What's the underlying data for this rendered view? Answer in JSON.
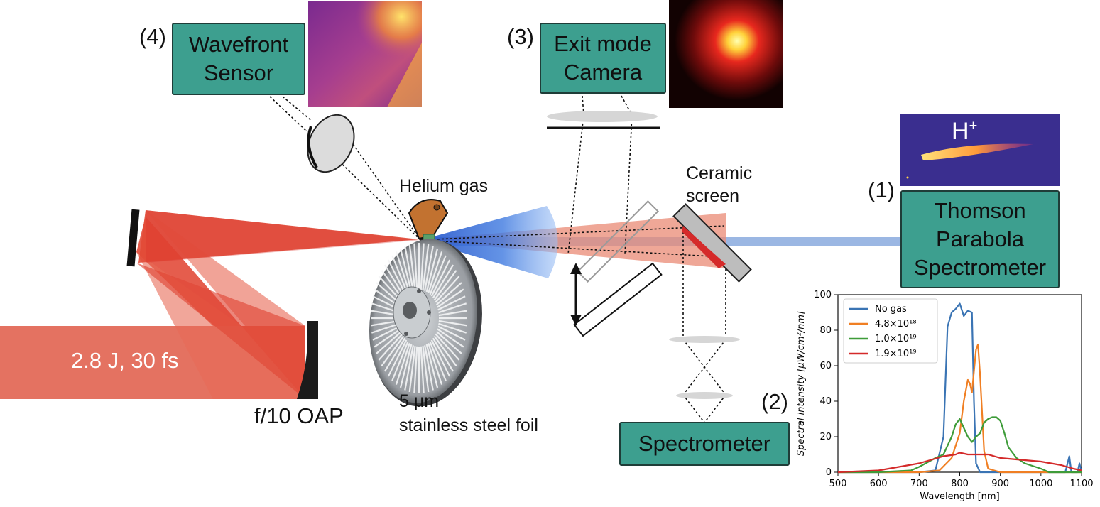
{
  "labels": {
    "wavefront_num": "(4)",
    "wavefront_line1": "Wavefront",
    "wavefront_line2": "Sensor",
    "exit_num": "(3)",
    "exit_line1": "Exit mode",
    "exit_line2": "Camera",
    "helium": "Helium gas",
    "ceramic_line1": "Ceramic",
    "ceramic_line2": "screen",
    "thomson_num": "(1)",
    "thomson_line1": "Thomson",
    "thomson_line2": "Parabola",
    "thomson_line3": "Spectrometer",
    "hplus": "H",
    "hplus_sup": "+",
    "laser": "2.8 J, 30 fs",
    "oap": "f/10 OAP",
    "foil_line1": "5 μm",
    "foil_line2": "stainless steel foil",
    "spectrometer_num": "(2)",
    "spectrometer": "Spectrometer"
  },
  "colors": {
    "box_fill": "#3d9f8f",
    "laser_red": "#e0412e",
    "cone_blue": "#3b6fd6",
    "proton_beam": "#7a9fd9"
  },
  "chart_data": {
    "type": "line",
    "xlabel": "Wavelength [nm]",
    "ylabel": "Spectral intensity [μW/cm²/nm]",
    "xlim": [
      500,
      1100
    ],
    "ylim": [
      0,
      100
    ],
    "xticks": [
      500,
      600,
      700,
      800,
      900,
      1000,
      1100
    ],
    "yticks": [
      0,
      20,
      40,
      60,
      80,
      100
    ],
    "legend_position": "top-left",
    "series": [
      {
        "name": "No gas",
        "color": "#3a74b4",
        "x": [
          500,
          600,
          700,
          740,
          760,
          770,
          780,
          790,
          800,
          810,
          820,
          830,
          835,
          840,
          850,
          900,
          1000,
          1060,
          1070,
          1075,
          1090,
          1095,
          1100
        ],
        "y": [
          0,
          0,
          0,
          1,
          20,
          82,
          90,
          92,
          95,
          88,
          91,
          90,
          40,
          5,
          0,
          0,
          0,
          0,
          9,
          0,
          0,
          5,
          0
        ]
      },
      {
        "name": "4.8×10¹⁸",
        "color": "#f07f23",
        "x": [
          500,
          600,
          700,
          750,
          780,
          800,
          810,
          820,
          825,
          830,
          840,
          845,
          850,
          860,
          870,
          900,
          1000,
          1100
        ],
        "y": [
          0,
          0,
          0,
          1,
          8,
          22,
          40,
          52,
          50,
          45,
          69,
          72,
          55,
          12,
          2,
          0,
          0,
          0
        ]
      },
      {
        "name": "1.0×10¹⁹",
        "color": "#3e9c39",
        "x": [
          500,
          600,
          680,
          700,
          740,
          760,
          780,
          790,
          800,
          810,
          820,
          830,
          840,
          850,
          860,
          870,
          880,
          890,
          900,
          910,
          920,
          940,
          960,
          1000,
          1020,
          1100
        ],
        "y": [
          0,
          0,
          1,
          3,
          8,
          10,
          20,
          27,
          30,
          25,
          20,
          17,
          20,
          22,
          28,
          30,
          31,
          31,
          29,
          22,
          14,
          8,
          5,
          2,
          0,
          0
        ]
      },
      {
        "name": "1.9×10¹⁹",
        "color": "#d42a2a",
        "x": [
          500,
          600,
          650,
          700,
          730,
          760,
          790,
          800,
          820,
          840,
          870,
          900,
          950,
          1000,
          1050,
          1080,
          1100
        ],
        "y": [
          0,
          1,
          3,
          5,
          7,
          9,
          10,
          11,
          10,
          10,
          10,
          8,
          7,
          6,
          4,
          2,
          1
        ]
      }
    ]
  }
}
